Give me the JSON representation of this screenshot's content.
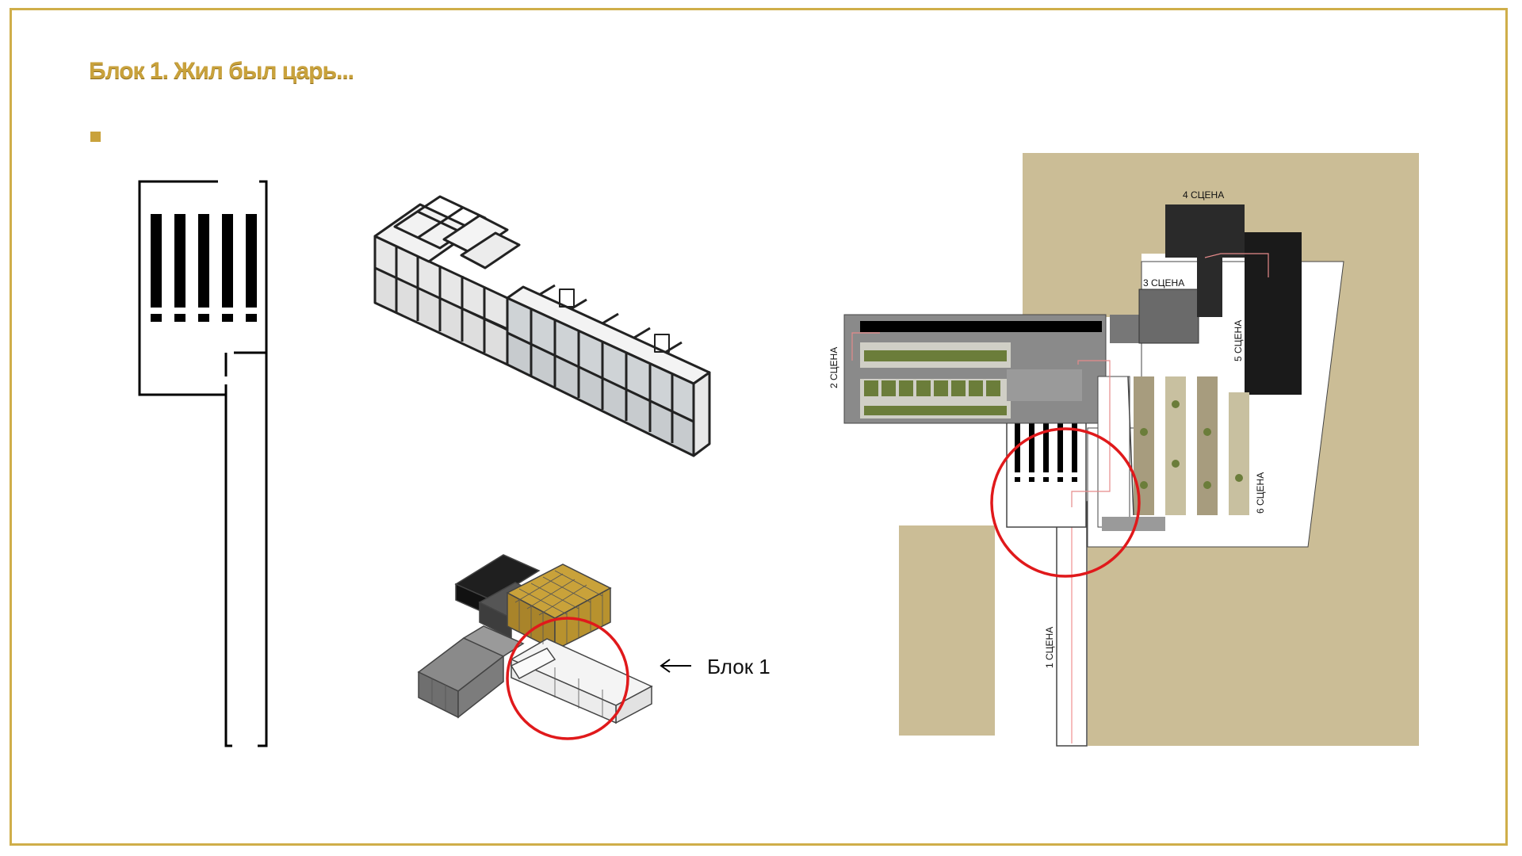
{
  "slide": {
    "title": "Блок 1. Жил был царь...",
    "bullet_text": ""
  },
  "isometric": {
    "callout_label": "Блок 1"
  },
  "site_plan": {
    "stages": {
      "stage1": "1 СЦЕНА",
      "stage2": "2 СЦЕНА",
      "stage3": "3 СЦЕНА",
      "stage4": "4 СЦЕНА",
      "stage5": "5 СЦЕНА",
      "stage6": "6 СЦЕНА"
    }
  },
  "colors": {
    "gold": "#c9a23c",
    "sand": "#cbbd96",
    "highlight_circle": "#e0191b",
    "green_strip": "#6b7d3a",
    "dark_block": "#2a2a2a",
    "gray_block": "#7a7a7a"
  }
}
